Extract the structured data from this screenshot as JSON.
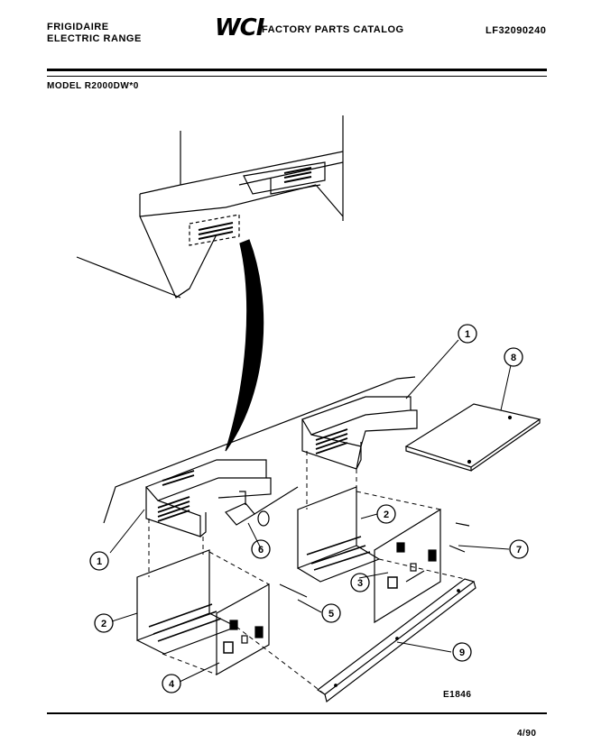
{
  "header": {
    "brand_line1": "FRIGIDAIRE",
    "brand_line2": "ELECTRIC RANGE",
    "logo": "WCI",
    "catalog_title": "FACTORY PARTS CATALOG",
    "part_number": "LF32090240",
    "model": "MODEL R2000DW*0"
  },
  "diagram": {
    "code": "E1846",
    "callouts": [
      "1",
      "8",
      "2",
      "7",
      "3",
      "6",
      "1",
      "2",
      "5",
      "4",
      "9"
    ]
  },
  "footer": {
    "date": "4/90"
  }
}
